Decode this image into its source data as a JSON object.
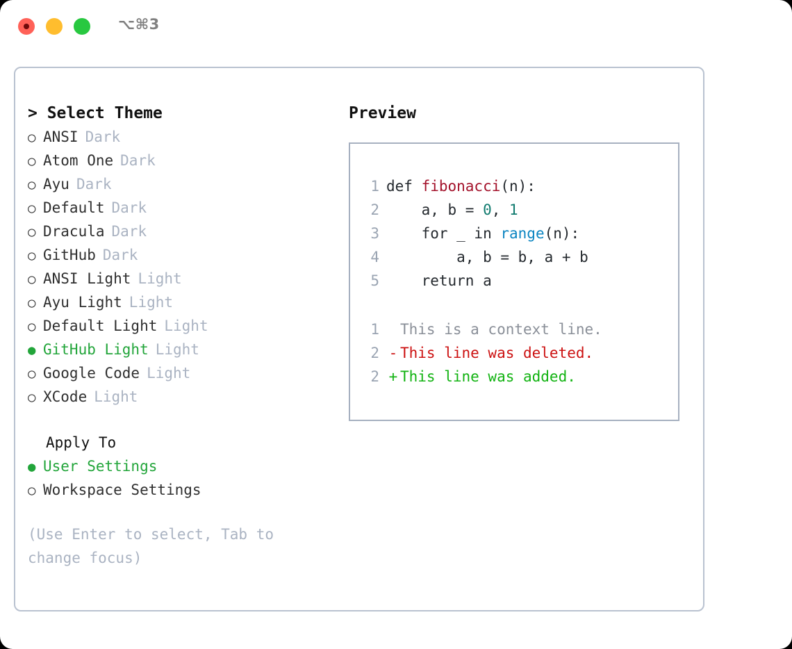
{
  "titlebar": {
    "shortcut": "⌥⌘3",
    "lights": [
      "close-red",
      "minimize-yellow",
      "maximize-green"
    ]
  },
  "left": {
    "header": "> Select Theme",
    "themes": [
      {
        "bullet": "○",
        "name": "ANSI",
        "tag": "Dark",
        "selected": false
      },
      {
        "bullet": "○",
        "name": "Atom One",
        "tag": "Dark",
        "selected": false
      },
      {
        "bullet": "○",
        "name": "Ayu",
        "tag": "Dark",
        "selected": false
      },
      {
        "bullet": "○",
        "name": "Default",
        "tag": "Dark",
        "selected": false
      },
      {
        "bullet": "○",
        "name": "Dracula",
        "tag": "Dark",
        "selected": false
      },
      {
        "bullet": "○",
        "name": "GitHub",
        "tag": "Dark",
        "selected": false
      },
      {
        "bullet": "○",
        "name": "ANSI Light",
        "tag": "Light",
        "selected": false
      },
      {
        "bullet": "○",
        "name": "Ayu Light",
        "tag": "Light",
        "selected": false
      },
      {
        "bullet": "○",
        "name": "Default Light",
        "tag": "Light",
        "selected": false
      },
      {
        "bullet": "●",
        "name": "GitHub Light",
        "tag": "Light",
        "selected": true
      },
      {
        "bullet": "○",
        "name": "Google Code",
        "tag": "Light",
        "selected": false
      },
      {
        "bullet": "○",
        "name": "XCode",
        "tag": "Light",
        "selected": false
      }
    ],
    "apply_to": {
      "title": "Apply To",
      "options": [
        {
          "bullet": "●",
          "label": "User Settings",
          "selected": true
        },
        {
          "bullet": "○",
          "label": "Workspace Settings",
          "selected": false
        }
      ]
    },
    "hint": "(Use Enter to select, Tab to change focus)"
  },
  "right": {
    "header": "Preview",
    "code": [
      {
        "ln": "1",
        "parts": [
          {
            "t": "def ",
            "c": "plain"
          },
          {
            "t": "fibonacci",
            "c": "fn"
          },
          {
            "t": "(n):",
            "c": "plain"
          }
        ]
      },
      {
        "ln": "2",
        "parts": [
          {
            "t": "    a, b = ",
            "c": "plain"
          },
          {
            "t": "0",
            "c": "num"
          },
          {
            "t": ", ",
            "c": "plain"
          },
          {
            "t": "1",
            "c": "num"
          }
        ]
      },
      {
        "ln": "3",
        "parts": [
          {
            "t": "    for _ in ",
            "c": "plain"
          },
          {
            "t": "range",
            "c": "bi"
          },
          {
            "t": "(n):",
            "c": "plain"
          }
        ]
      },
      {
        "ln": "4",
        "parts": [
          {
            "t": "        a, b = b, a + b",
            "c": "plain"
          }
        ]
      },
      {
        "ln": "5",
        "parts": [
          {
            "t": "    return a",
            "c": "plain"
          }
        ]
      }
    ],
    "diff": [
      {
        "ln": "1",
        "marker": " ",
        "text": "This is a context line.",
        "kind": "context"
      },
      {
        "ln": "2",
        "marker": "-",
        "text": "This line was deleted.",
        "kind": "deleted"
      },
      {
        "ln": "2",
        "marker": "+",
        "text": "This line was added.",
        "kind": "added"
      }
    ]
  },
  "colors": {
    "selected_green": "#22a53a",
    "muted": "#aab3c2",
    "border": "#a6b0c0",
    "card_border": "#b9c2d0",
    "code_fn": "#a3112a",
    "code_num": "#0f7a6e",
    "code_builtin": "#0a84c1",
    "diff_deleted": "#cc1111",
    "diff_added": "#12b312",
    "diff_context": "#8a8f98"
  }
}
